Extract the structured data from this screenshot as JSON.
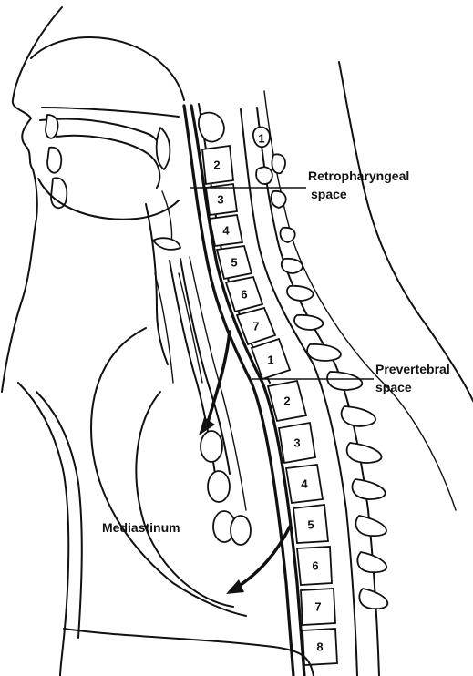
{
  "labels": {
    "retropharyngeal_line1": "Retropharyngeal",
    "retropharyngeal_line2": "space",
    "prevertebral_line1": "Prevertebral",
    "prevertebral_line2": "space",
    "mediastinum": "Mediastinum"
  },
  "vertebrae": {
    "atlas": "1",
    "cervical": [
      "2",
      "3",
      "4",
      "5",
      "6",
      "7"
    ],
    "thoracic": [
      "1",
      "2",
      "3",
      "4",
      "5",
      "6",
      "7",
      "8"
    ]
  }
}
